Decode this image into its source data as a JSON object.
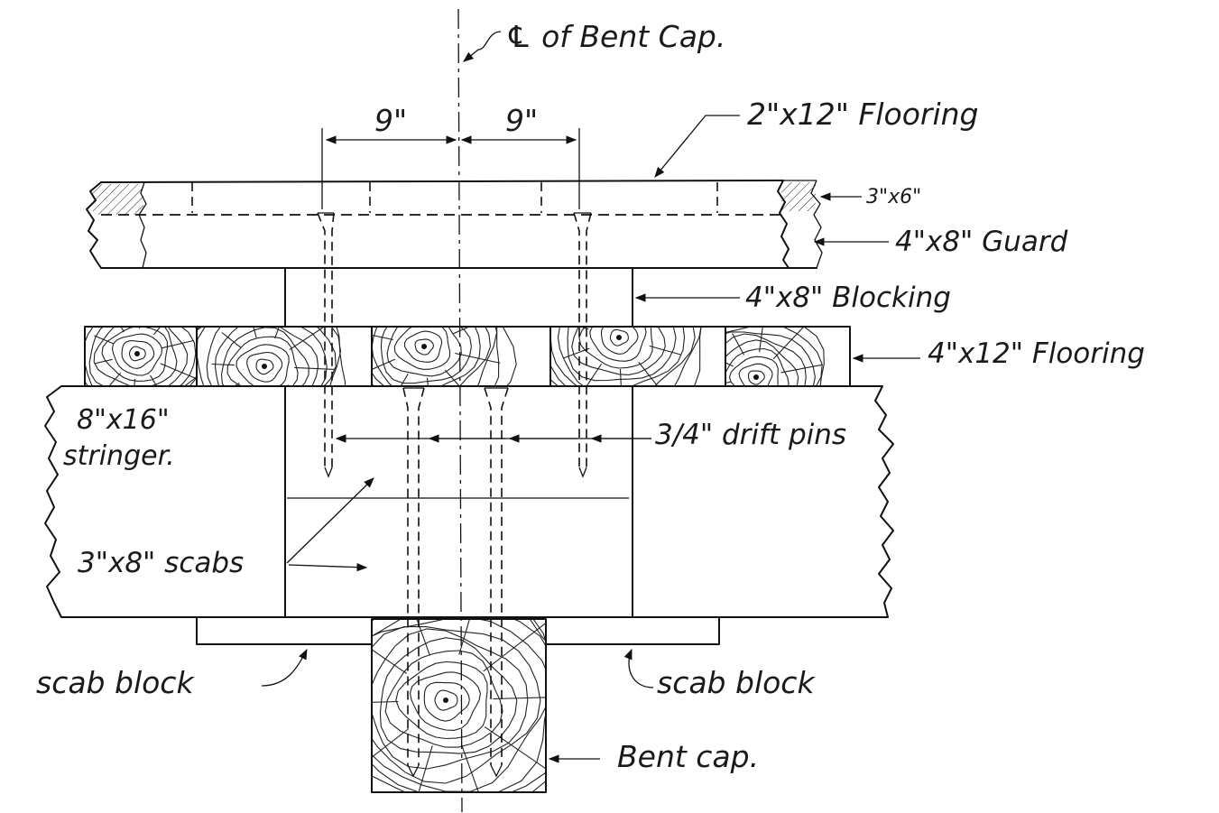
{
  "labels": {
    "centerline": "℄ of Bent Cap.",
    "dim_left": "9\"",
    "dim_right": "9\"",
    "flooring_top": "2\"x12\" Flooring",
    "rail": "3\"x6\"",
    "guard": "4\"x8\" Guard",
    "blocking": "4\"x8\" Blocking",
    "flooring_mid": "4\"x12\" Flooring",
    "stringer_line1": "8\"x16\"",
    "stringer_line2": "stringer.",
    "drift_pins": "3/4\" drift pins",
    "scabs": "3\"x8\" scabs",
    "scab_block_left": "scab block",
    "scab_block_right": "scab block",
    "bent_cap": "Bent cap."
  }
}
